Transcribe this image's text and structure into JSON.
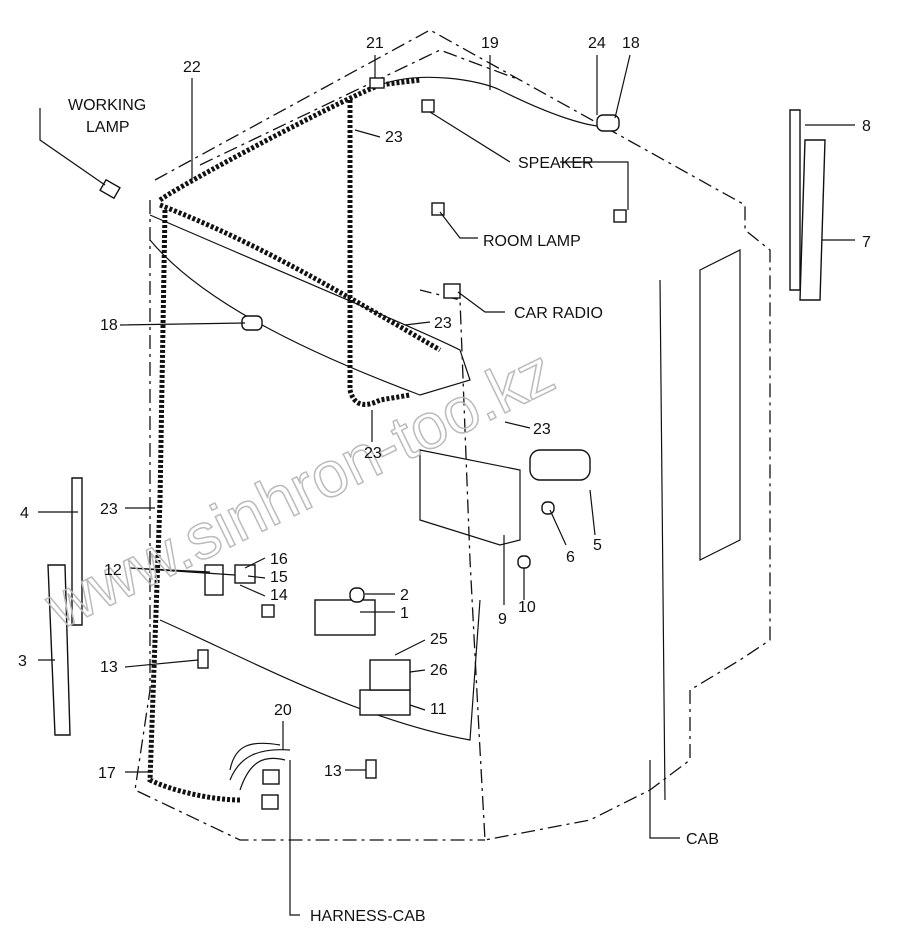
{
  "diagram": {
    "labels": {
      "working": "WORKING",
      "lamp": "LAMP",
      "n21": "21",
      "n19": "19",
      "n24": "24",
      "n18a": "18",
      "n22": "22",
      "n23a": "23",
      "speaker": "SPEAKER",
      "n8": "8",
      "room_lamp": "ROOM LAMP",
      "n7": "7",
      "n18b": "18",
      "car_radio": "CAR RADIO",
      "n23b": "23",
      "n23c": "23",
      "n23d": "23",
      "n4": "4",
      "n23e": "23",
      "n6": "6",
      "n5": "5",
      "n12": "12",
      "n16": "16",
      "n15": "15",
      "n14": "14",
      "n2": "2",
      "n1": "1",
      "n9": "9",
      "n10": "10",
      "n3": "3",
      "n25": "25",
      "n26": "26",
      "n13a": "13",
      "n11": "11",
      "n20": "20",
      "n17": "17",
      "n13b": "13",
      "cab": "CAB",
      "harness_cab": "HARNESS-CAB"
    },
    "watermark": "www.sinhron-too.kz"
  }
}
